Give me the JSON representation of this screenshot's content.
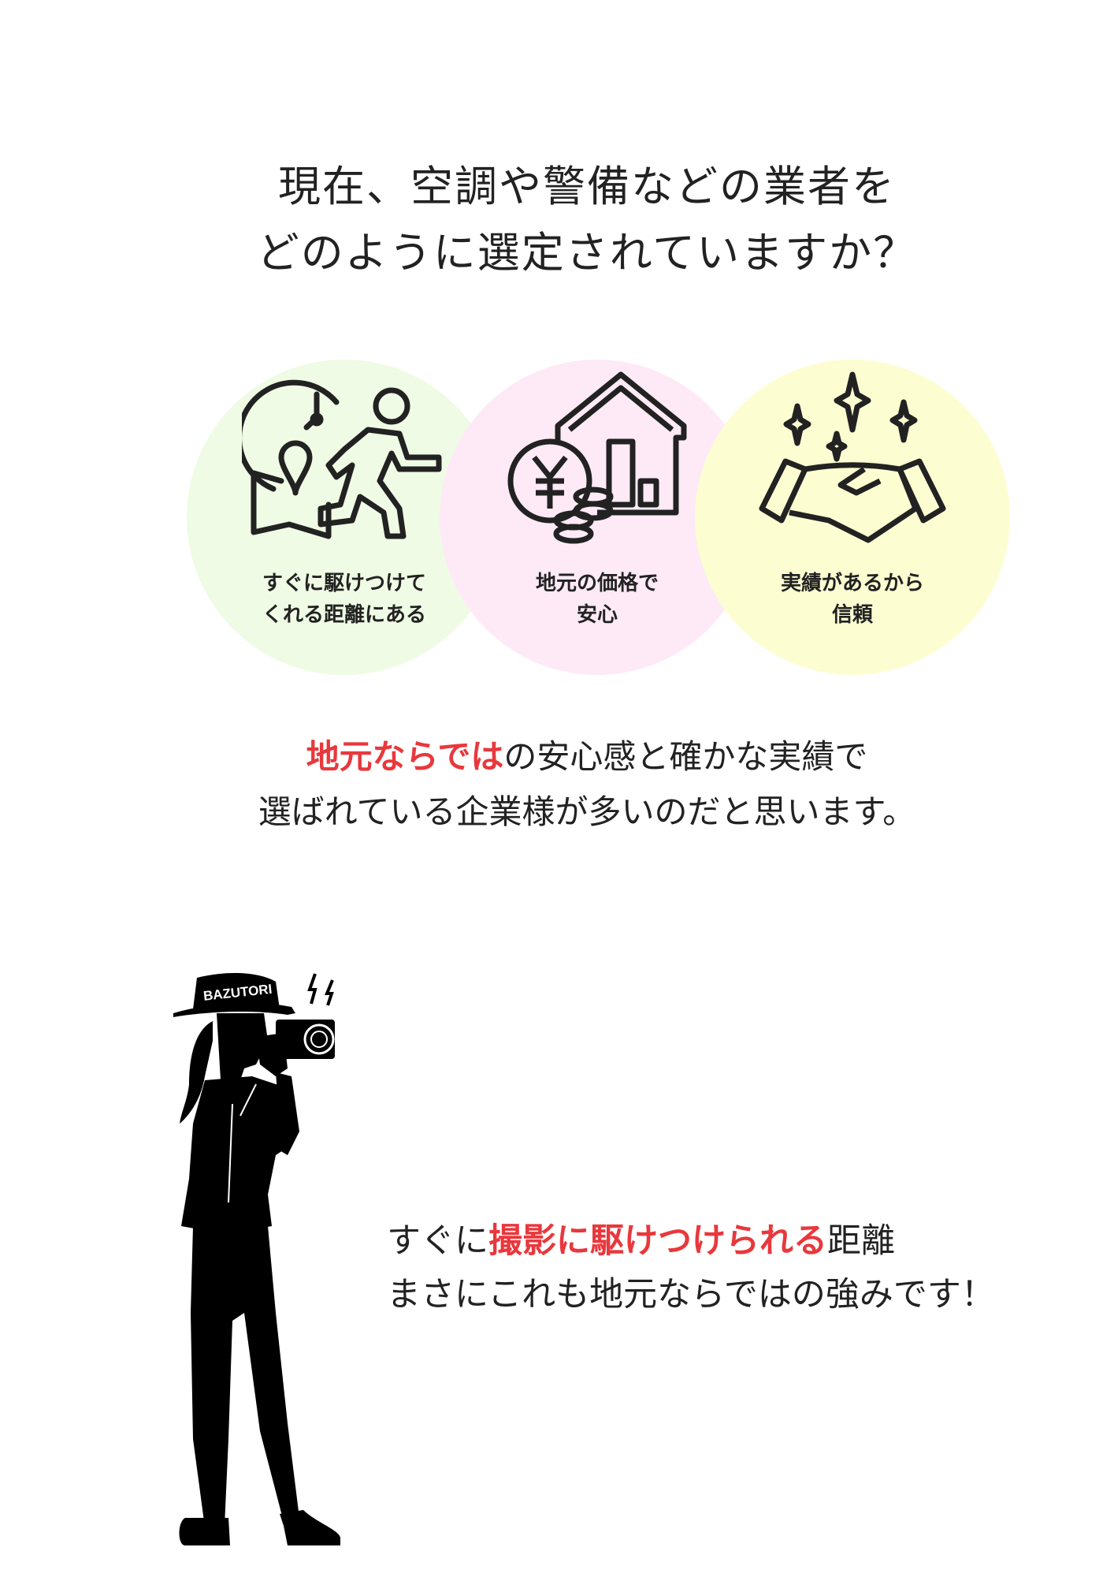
{
  "title": {
    "line1": "現在、空調や警備などの業者を",
    "line2": "どのように選定されていますか？"
  },
  "reasons": [
    {
      "icon": "running-person-clock-map-icon",
      "line1": "すぐに駆けつけて",
      "line2": "くれる距離にある",
      "color": "#effbe4"
    },
    {
      "icon": "house-yen-coins-icon",
      "line1": "地元の価格で",
      "line2": "安心",
      "color": "#fdeaf6"
    },
    {
      "icon": "handshake-sparkles-icon",
      "line1": "実績があるから",
      "line2": "信頼",
      "color": "#fdfdd2"
    }
  ],
  "middle": {
    "highlight": "地元ならでは",
    "rest1": "の安心感と確かな実績で",
    "line2": "選ばれている企業様が多いのだと思います。"
  },
  "bottom": {
    "pre": "すぐに",
    "highlight": "撮影に駆けつけられる",
    "post": "距離",
    "line2": "まさにこれも地元ならではの強みです！"
  },
  "illustration": {
    "hat_text": "BAZUTORI"
  },
  "colors": {
    "accent_red": "#e8383d"
  }
}
